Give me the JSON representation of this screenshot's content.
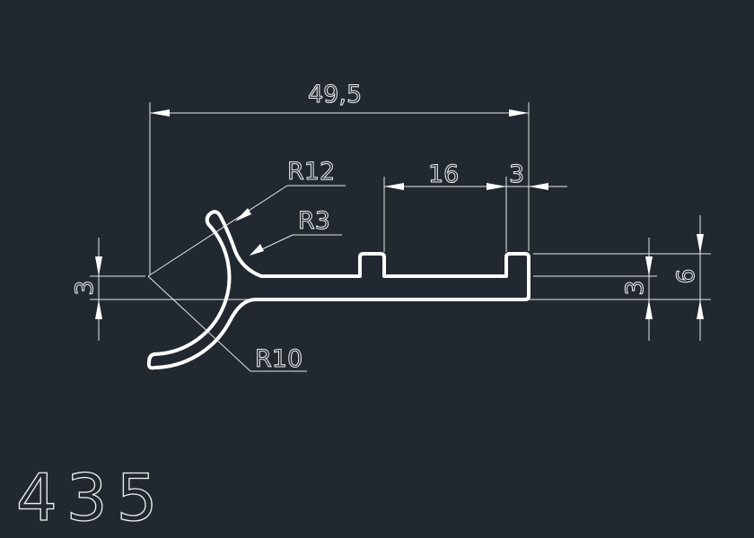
{
  "drawing": {
    "part_number": "435",
    "dimensions": {
      "overall_width": "49,5",
      "slot_width": "16",
      "tab_width": "3",
      "left_thickness": "3",
      "right_thickness": "3",
      "total_height": "6"
    },
    "radii": {
      "outer_arc": "R12",
      "fillet": "R3",
      "inner_arc": "R10"
    },
    "colors": {
      "background": "#212830",
      "lines": "#ffffff"
    }
  }
}
